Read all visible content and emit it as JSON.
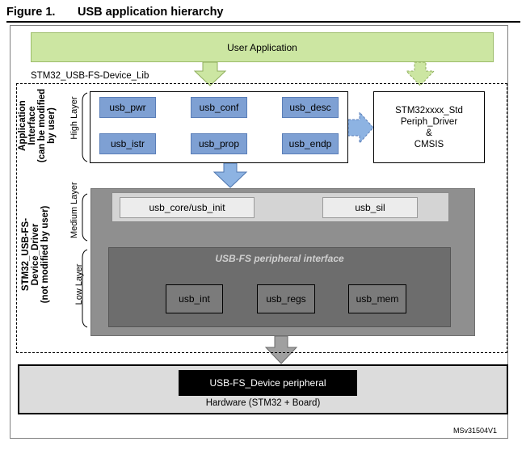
{
  "figure": {
    "number": "Figure 1.",
    "title": "USB application hierarchy",
    "ref_code": "MSv31504V1"
  },
  "top": {
    "user_application": "User Application",
    "lib_label": "STM32_USB-FS-Device_Lib"
  },
  "app_interface": {
    "side_label_line1": "Application",
    "side_label_line2": "Interface",
    "side_label_line3": "(can be modified",
    "side_label_line4": "by user)",
    "layer_label": "High Layer",
    "modules": [
      "usb_pwr",
      "usb_conf",
      "usb_desc",
      "usb_istr",
      "usb_prop",
      "usb_endp"
    ]
  },
  "std_driver": {
    "line1": "STM32xxxx_Std",
    "line2": "Periph_Driver",
    "line3": "&",
    "line4": "CMSIS"
  },
  "device_driver": {
    "side_label_line1": "STM32_USB-FS-",
    "side_label_line2": "Device_Driver",
    "side_label_line3": "(not modified by user)",
    "medium_layer_label": "Medium Layer",
    "low_layer_label": "Low Layer",
    "medium_modules": [
      "usb_core/usb_init",
      "usb_sil"
    ],
    "peripheral_interface_label": "USB-FS peripheral interface",
    "low_modules": [
      "usb_int",
      "usb_regs",
      "usb_mem"
    ]
  },
  "hardware": {
    "peripheral": "USB-FS_Device peripheral",
    "label": "Hardware (STM32 + Board)"
  },
  "colors": {
    "user_app_fill": "#cce6a2",
    "module_blue": "#7ea0d3",
    "arrow_blue": "#8db3e2",
    "arrow_green": "#cce6a2",
    "driver_grey": "#8f8f8f",
    "low_grey": "#6d6d6d"
  }
}
